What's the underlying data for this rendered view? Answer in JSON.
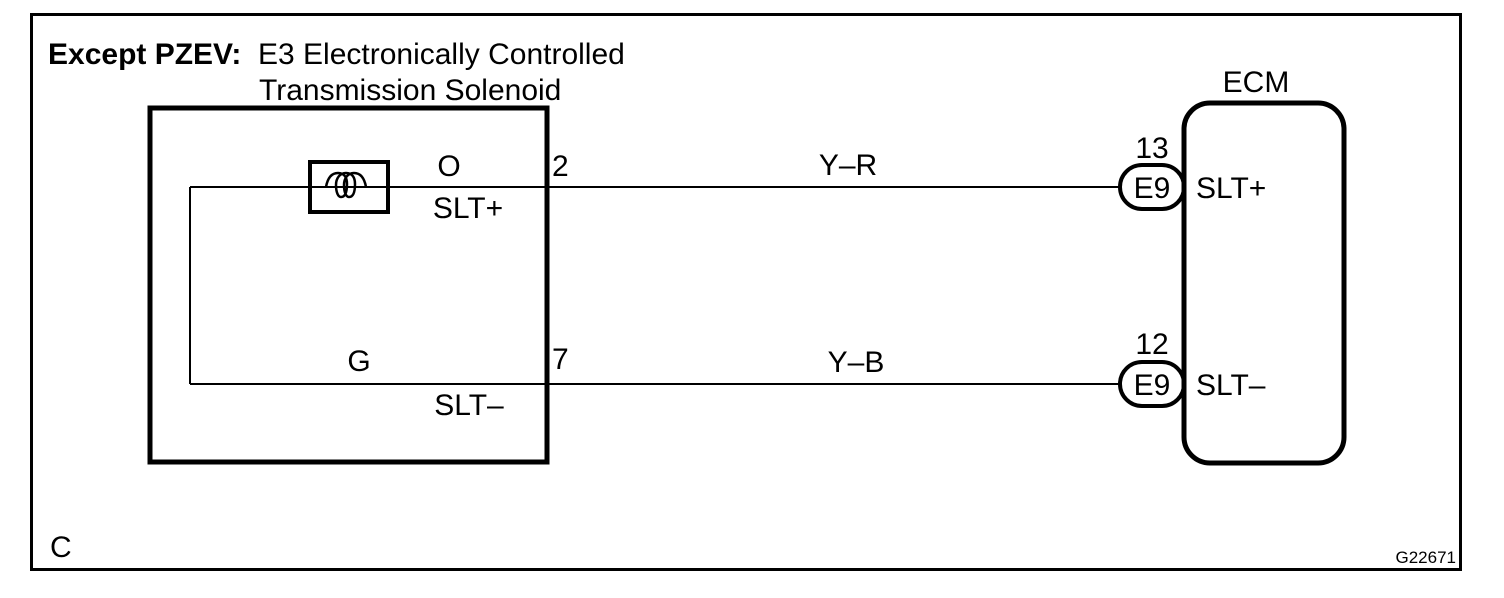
{
  "header": {
    "variant_label": "Except PZEV:",
    "component_name_line1": "E3 Electronically Controlled",
    "component_name_line2": "Transmission Solenoid"
  },
  "solenoid": {
    "slt_plus": {
      "terminal_code": "O",
      "signal": "SLT+",
      "pin": "2"
    },
    "slt_minus": {
      "terminal_code": "G",
      "signal": "SLT–",
      "pin": "7"
    }
  },
  "wires": {
    "top_color_code": "Y–R",
    "bottom_color_code": "Y–B"
  },
  "ecm": {
    "label": "ECM",
    "slt_plus": {
      "pin": "13",
      "connector": "E9",
      "signal": "SLT+"
    },
    "slt_minus": {
      "pin": "12",
      "connector": "E9",
      "signal": "SLT–"
    }
  },
  "footer": {
    "section_marker": "C",
    "figure_id": "G22671"
  },
  "colors": {
    "line": "#000000",
    "background": "#ffffff"
  }
}
